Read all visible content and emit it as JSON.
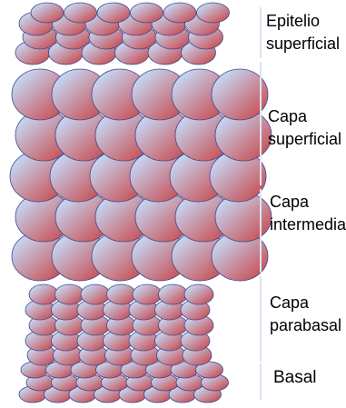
{
  "diagram": {
    "layers": [
      {
        "id": "epitelio-superficial",
        "lines": [
          "Epitelio",
          "superficial"
        ]
      },
      {
        "id": "capa-superficial",
        "lines": [
          "Capa",
          "superficial"
        ]
      },
      {
        "id": "capa-intermedia",
        "lines": [
          "Capa",
          "intermedia"
        ]
      },
      {
        "id": "capa-parabasal",
        "lines": [
          "Capa",
          "parabasal"
        ]
      },
      {
        "id": "basal",
        "lines": [
          "Basal"
        ]
      }
    ],
    "colors": {
      "cell_light": "#c6d1ec",
      "cell_dark": "#c84a4e",
      "cell_outline": "#3d4a8f",
      "bracket": "#dde3f4"
    }
  }
}
